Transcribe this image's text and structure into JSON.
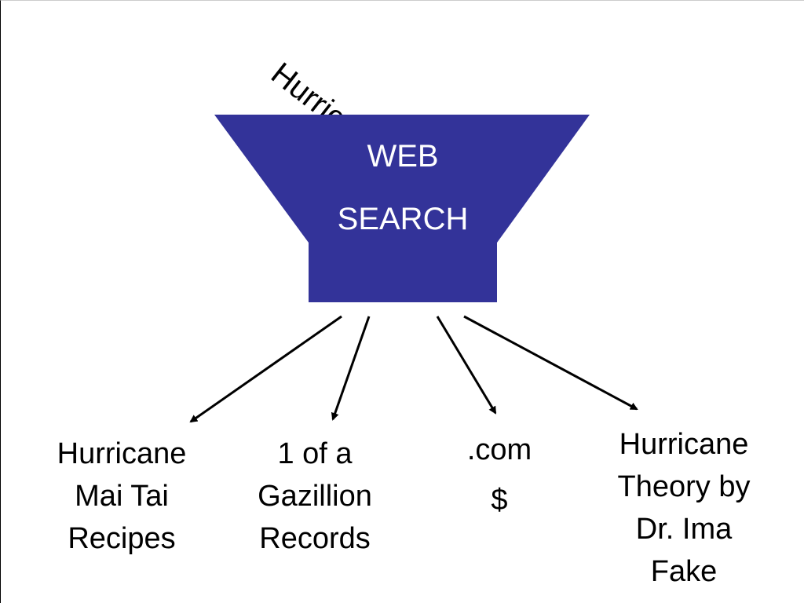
{
  "rotated_text": "Hurricane",
  "funnel": {
    "line1": "WEB",
    "line2": "SEARCH",
    "color": "#333399"
  },
  "results": [
    {
      "lines": [
        "Hurricane",
        "Mai Tai",
        "Recipes"
      ]
    },
    {
      "lines": [
        "1 of a",
        "Gazillion",
        "Records"
      ]
    },
    {
      "lines": [
        ".com",
        "$"
      ]
    },
    {
      "lines": [
        "Hurricane",
        "Theory by",
        "Dr. Ima",
        "Fake"
      ]
    }
  ]
}
